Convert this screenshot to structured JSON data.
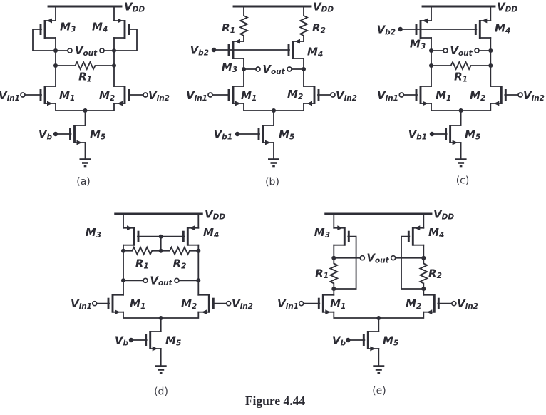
{
  "palette": {
    "ink": "#2e2e36",
    "text": "#2b2b33",
    "background": "#ffffff"
  },
  "labels": {
    "vdd": {
      "base": "V",
      "sub": "DD"
    },
    "vout": {
      "base": "V",
      "sub": "out"
    },
    "vin1": {
      "base": "V",
      "sub": "in1"
    },
    "vin2": {
      "base": "V",
      "sub": "in2"
    },
    "vb": {
      "base": "V",
      "sub": "b"
    },
    "vb1": {
      "base": "V",
      "sub": "b1"
    },
    "vb2": {
      "base": "V",
      "sub": "b2"
    },
    "m1": {
      "base": "M",
      "sub": "1"
    },
    "m2": {
      "base": "M",
      "sub": "2"
    },
    "m3": {
      "base": "M",
      "sub": "3"
    },
    "m4": {
      "base": "M",
      "sub": "4"
    },
    "m5": {
      "base": "M",
      "sub": "5"
    },
    "r1": {
      "base": "R",
      "sub": "1"
    },
    "r2": {
      "base": "R",
      "sub": "2"
    }
  },
  "circuits": {
    "a": {
      "tag": "(a)"
    },
    "b": {
      "tag": "(b)"
    },
    "c": {
      "tag": "(c)"
    },
    "d": {
      "tag": "(d)"
    },
    "e": {
      "tag": "(e)"
    }
  },
  "caption": "Figure 4.44"
}
